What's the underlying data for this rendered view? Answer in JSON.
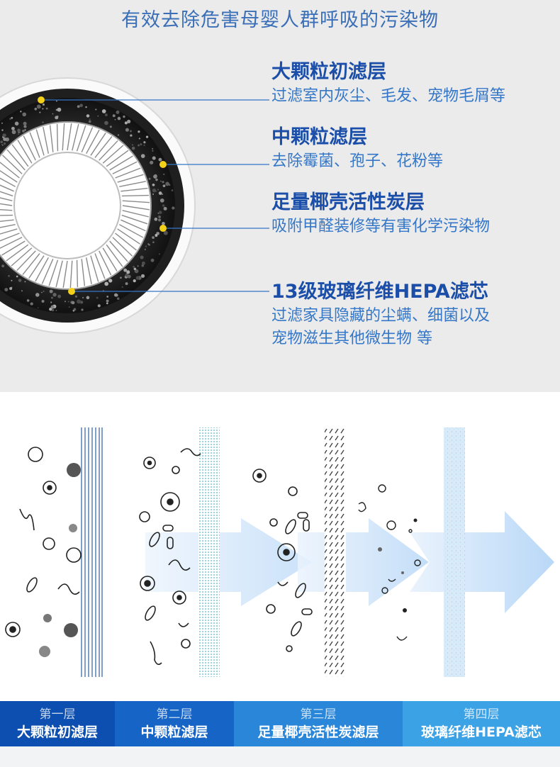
{
  "headline": "有效去除危害母婴人群呼吸的污染物",
  "layers": [
    {
      "title": "大颗粒初滤层",
      "desc_lines": [
        "过滤室内灰尘、毛发、宠物毛屑等"
      ]
    },
    {
      "title": "中颗粒滤层",
      "desc_lines": [
        "去除霉菌、孢子、花粉等"
      ]
    },
    {
      "title": "足量椰壳活性炭层",
      "desc_lines": [
        "吸附甲醛装修等有害化学污染物"
      ]
    },
    {
      "title": "13级玻璃纤维HEPA滤芯",
      "desc_lines": [
        "过滤家具隐藏的尘螨、细菌以及",
        "宠物滋生其他微生物 等"
      ]
    }
  ],
  "stages": [
    {
      "number": "第一层",
      "name": "大颗粒初滤层",
      "color": "#0d4fb0"
    },
    {
      "number": "第二层",
      "name": "中颗粒滤层",
      "color": "#1664c6"
    },
    {
      "number": "第三层",
      "name": "足量椰壳活性炭滤层",
      "color": "#2a86d8"
    },
    {
      "number": "第四层",
      "name": "玻璃纤维HEPA滤芯",
      "color": "#3ba2e6"
    }
  ],
  "colors": {
    "accent": "#1a4ea8",
    "desc": "#3477c8",
    "marker": "#f3d019",
    "arrow": "#c3defa"
  }
}
